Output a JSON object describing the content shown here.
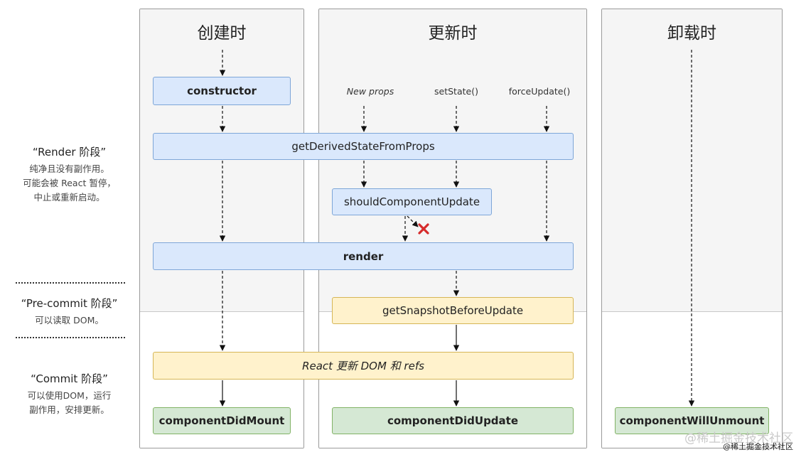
{
  "columns": {
    "create": "创建时",
    "update": "更新时",
    "unmount": "卸载时"
  },
  "phases": {
    "render": {
      "title": "“Render 阶段”",
      "desc1": "纯净且没有副作用。",
      "desc2": "可能会被 React 暂停，",
      "desc3": "中止或重新启动。"
    },
    "precommit": {
      "title": "“Pre-commit 阶段”",
      "desc1": "可以读取 DOM。"
    },
    "commit": {
      "title": "“Commit 阶段”",
      "desc1": "可以使用DOM，运行",
      "desc2": "副作用，安排更新。"
    }
  },
  "triggers": {
    "new_props": "New props",
    "set_state": "setState()",
    "force_update": "forceUpdate()"
  },
  "methods": {
    "constructor": "constructor",
    "get_derived": "getDerivedStateFromProps",
    "should_update": "shouldComponentUpdate",
    "render": "render",
    "get_snapshot": "getSnapshotBeforeUpdate",
    "react_update": "React 更新 DOM 和 refs",
    "did_mount": "componentDidMount",
    "did_update": "componentDidUpdate",
    "will_unmount": "componentWillUnmount"
  },
  "watermark": {
    "main": "@稀土掘金技术社区",
    "sub": "@稀土掘金技术社区"
  },
  "colors": {
    "blue_fill": "#dae8fc",
    "yellow_fill": "#fff2cc",
    "green_fill": "#d5e8d4",
    "cancel_mark": "#d62b2b"
  }
}
